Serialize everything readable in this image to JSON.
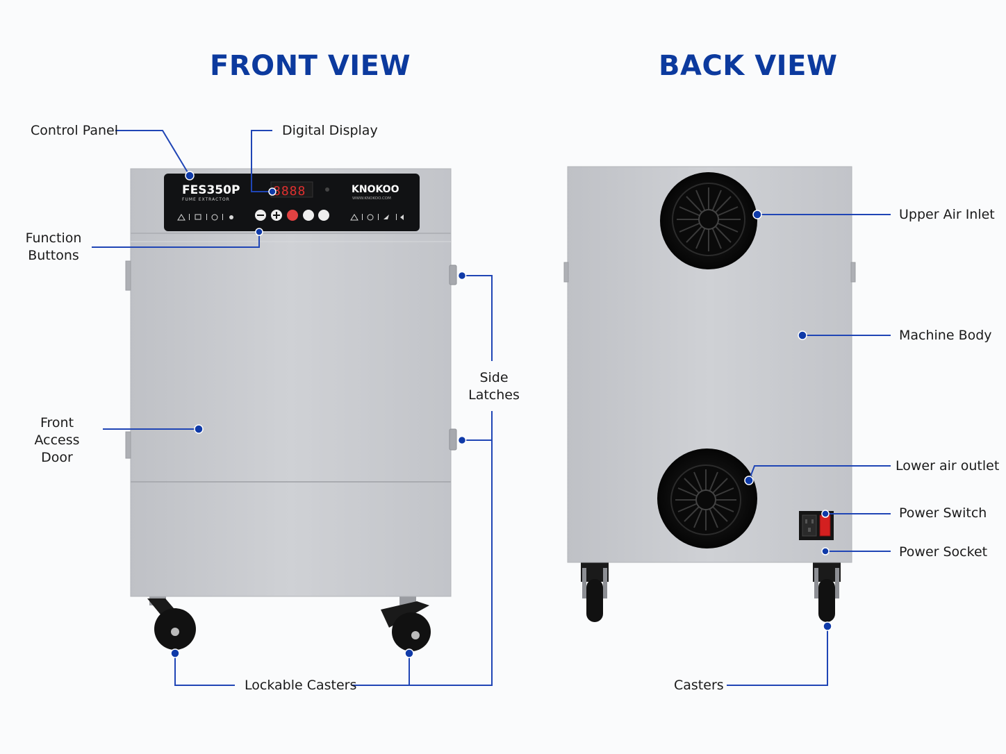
{
  "titles": {
    "front": "FRONT VIEW",
    "back": "BACK VIEW"
  },
  "colors": {
    "title": "#0c3a9e",
    "callout_line": "#1f45b5",
    "dot": "#0f3aa8",
    "body": "#c9cbd0",
    "panel": "#111214",
    "display": "#e03030",
    "power_switch": "#d32020"
  },
  "panel": {
    "model": "FES350P",
    "subtitle": "FUME EXTRACTOR",
    "display": "8888",
    "brand": "KNOKOO",
    "website": "WWW.KNOKOO.COM"
  },
  "callouts": {
    "control_panel": "Control Panel",
    "digital_display": "Digital Display",
    "function_buttons": "Function\nButtons",
    "side_latches": "Side\nLatches",
    "front_access_door": "Front\nAccess Door",
    "lockable_casters": "Lockable Casters",
    "upper_air_inlet": "Upper Air Inlet",
    "machine_body": "Machine Body",
    "lower_air_outlet": "Lower air outlet",
    "power_switch": "Power Switch",
    "power_socket": "Power Socket",
    "casters": "Casters"
  }
}
